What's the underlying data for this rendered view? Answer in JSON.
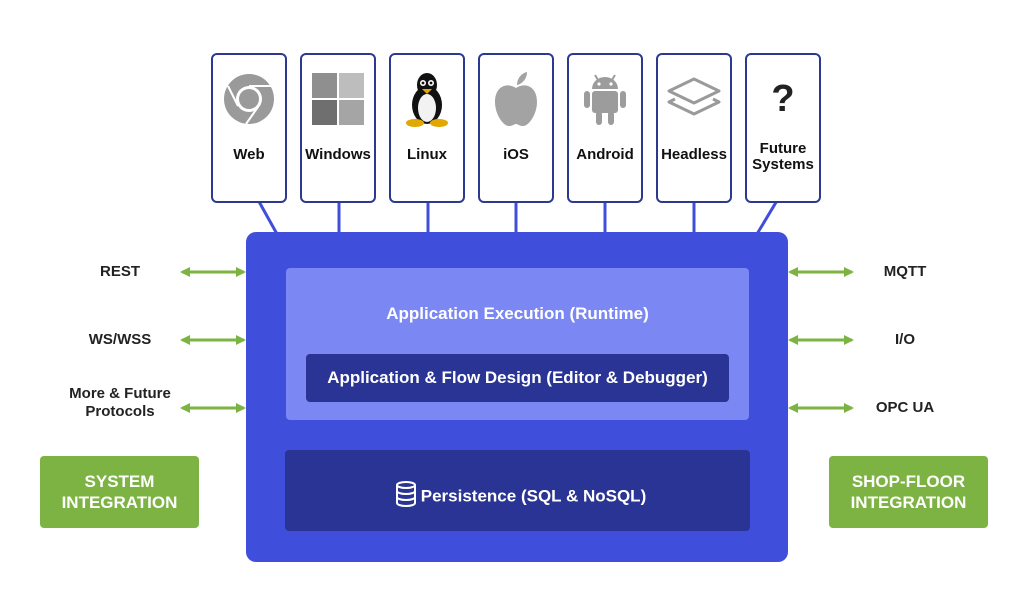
{
  "platforms": [
    {
      "label": "Web",
      "icon": "chrome-icon"
    },
    {
      "label": "Windows",
      "icon": "windows-icon"
    },
    {
      "label": "Linux",
      "icon": "linux-penguin-icon"
    },
    {
      "label": "iOS",
      "icon": "apple-icon"
    },
    {
      "label": "Android",
      "icon": "android-icon"
    },
    {
      "label": "Headless",
      "icon": "layers-icon"
    },
    {
      "label_line1": "Future",
      "label_line2": "Systems",
      "icon": "question-mark-icon"
    }
  ],
  "core": {
    "runtime_title": "Application Execution (Runtime)",
    "editor_title": "Application & Flow Design (Editor & Debugger)",
    "persistence_title": "Persistence (SQL & NoSQL)",
    "persistence_icon": "database-icon"
  },
  "left_protocols": {
    "rest": "REST",
    "ws": "WS/WSS",
    "more_line1": "More & Future",
    "more_line2": "Protocols"
  },
  "right_protocols": {
    "mqtt": "MQTT",
    "io": "I/O",
    "opcua": "OPC UA"
  },
  "badges": {
    "system_line1": "SYSTEM",
    "system_line2": "INTEGRATION",
    "shop_line1": "SHOP-FLOOR",
    "shop_line2": "INTEGRATION"
  },
  "colors": {
    "core_blue": "#3f4fdb",
    "runtime_light": "#7b87f2",
    "dark_navy": "#2a3494",
    "arrow_green": "#7cb342",
    "border_navy": "#2b3a8f"
  }
}
